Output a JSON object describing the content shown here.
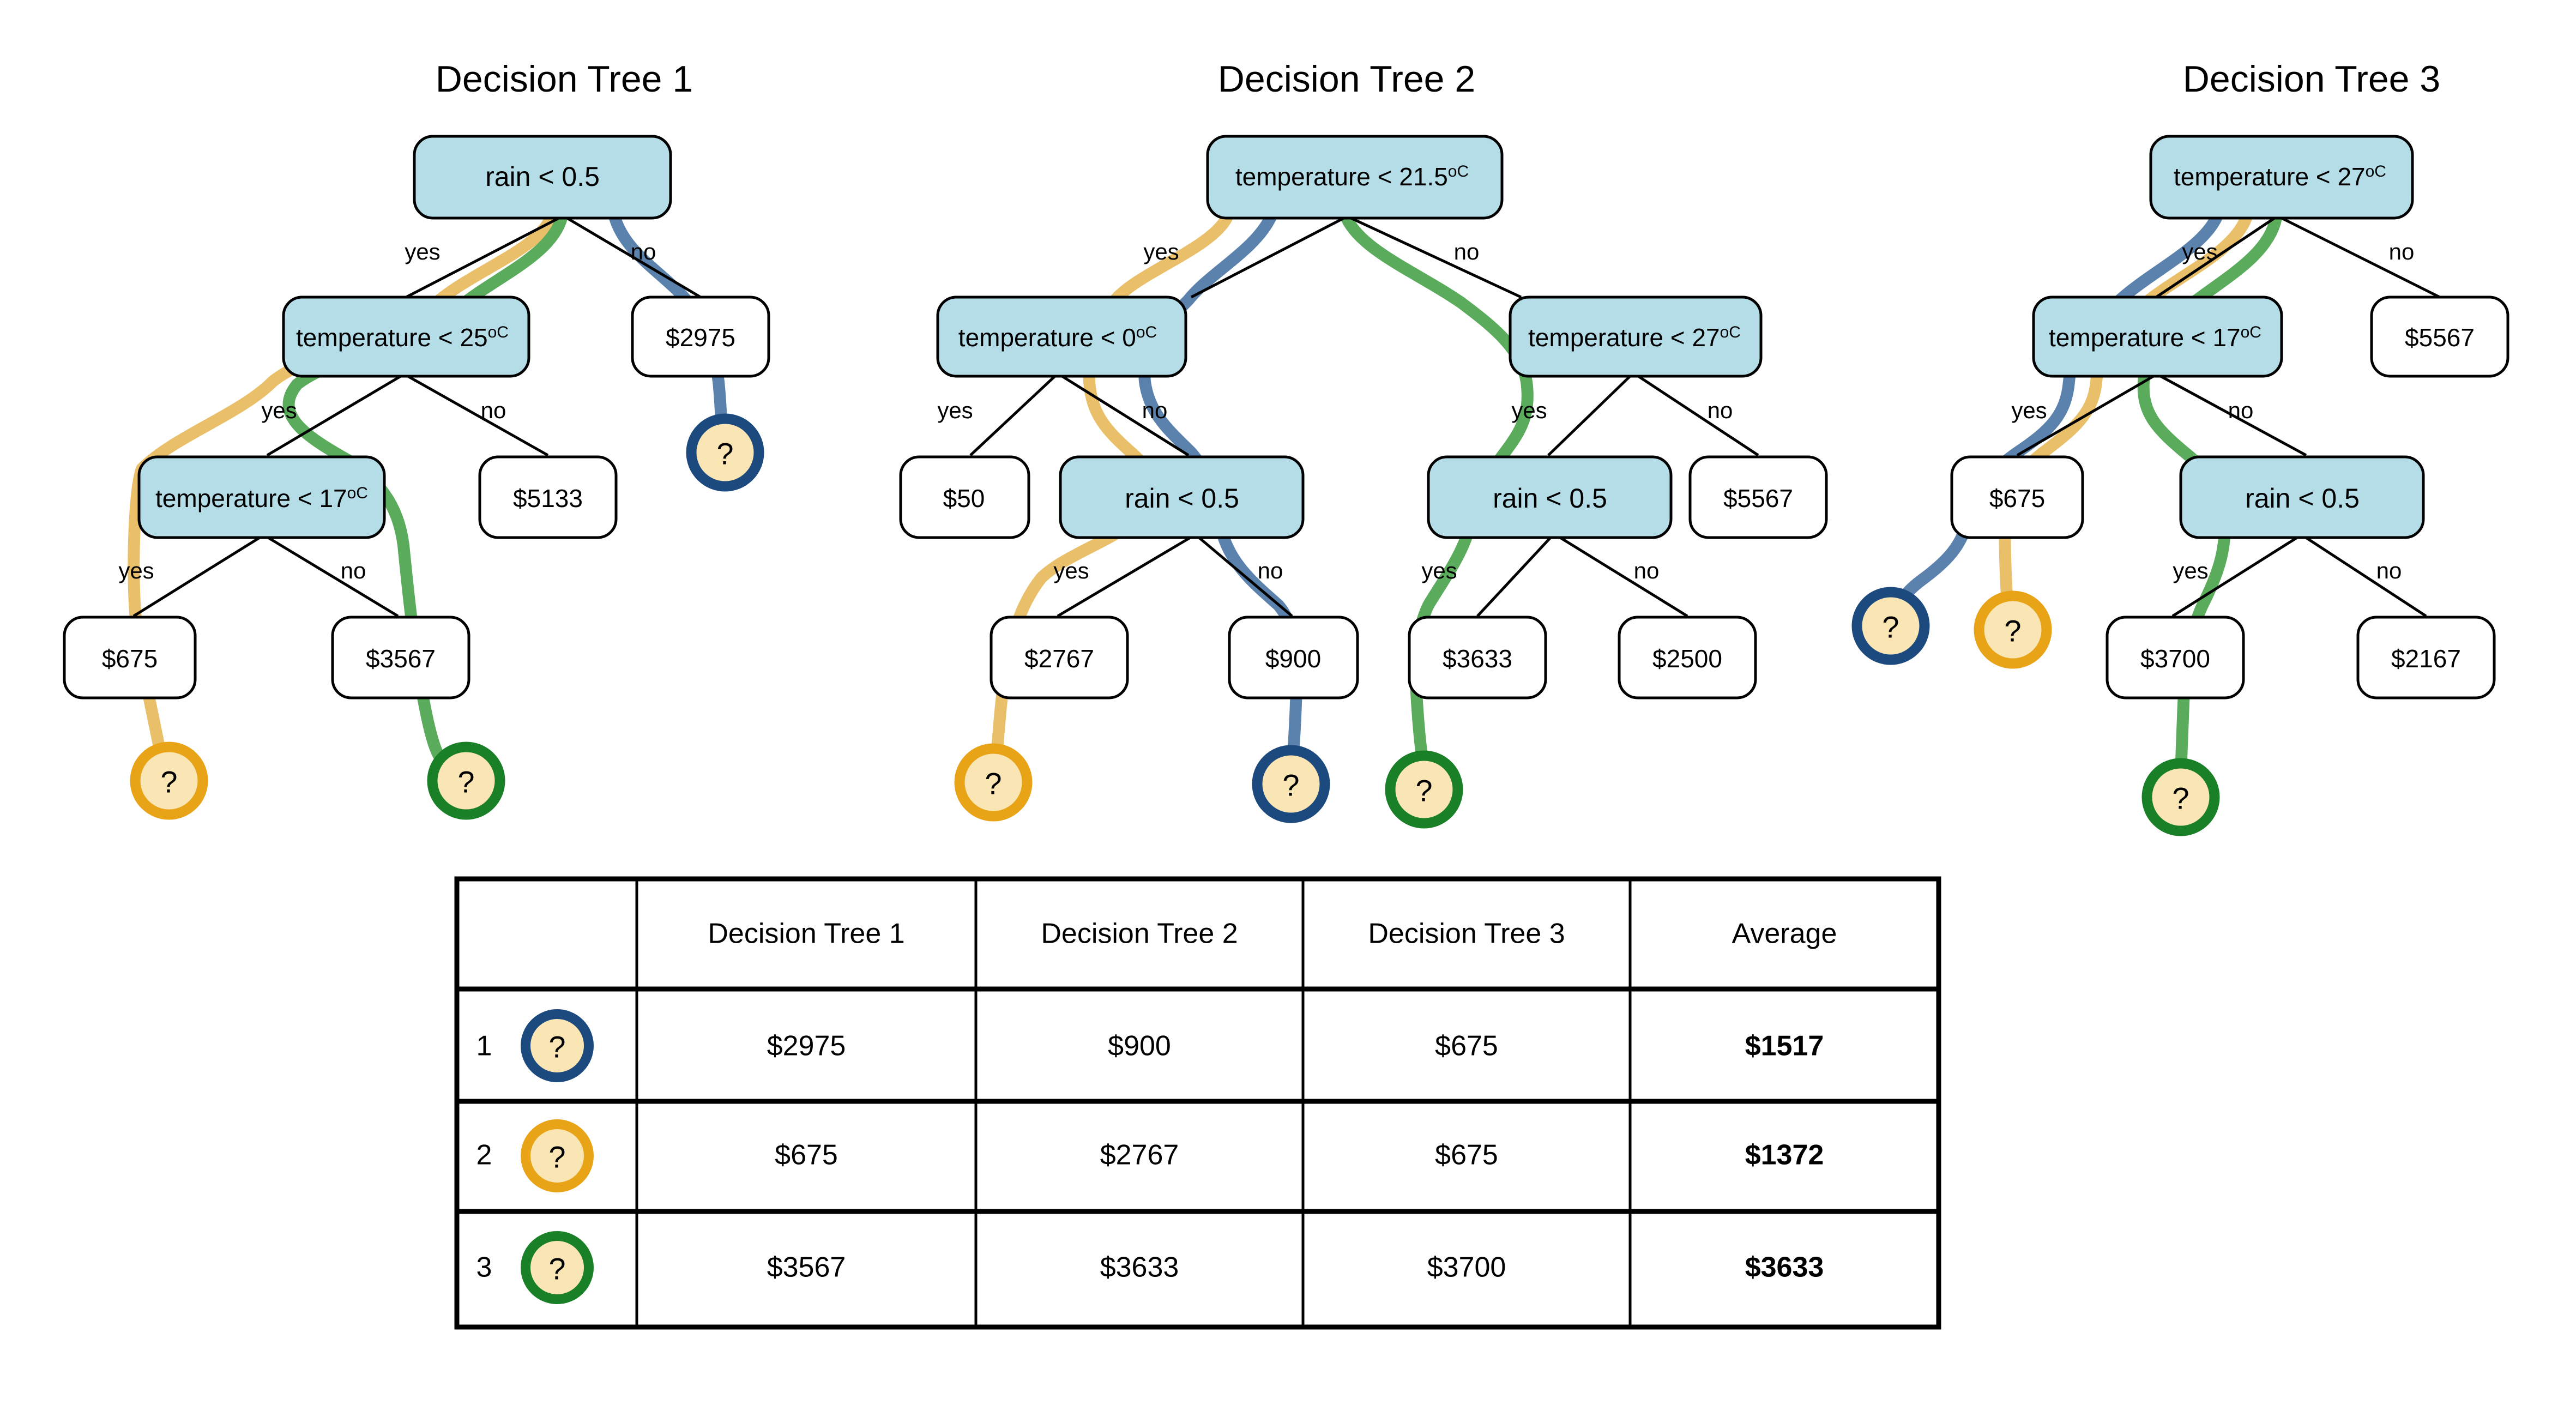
{
  "colors": {
    "decision_fill": "#b5dde8",
    "leaf_fill": "#ffffff",
    "marker_fill": "#fae5b4",
    "ring_blue": "#1c4a7e",
    "ring_orange": "#e8a317",
    "ring_green": "#1a8028",
    "path_blue": "#5b82ad",
    "path_orange": "#e9c069",
    "path_green": "#5aab5c",
    "stroke": "#000000",
    "background": "#ffffff"
  },
  "marker_label": "?",
  "edge_labels": {
    "yes": "yes",
    "no": "no"
  },
  "trees": [
    {
      "title": "Decision Tree 1",
      "nodes": [
        {
          "id": "t1r",
          "label": "rain < 0.5",
          "type": "decision"
        },
        {
          "id": "t1a",
          "label": "temperature < 25",
          "unit": "oC",
          "type": "decision"
        },
        {
          "id": "t1b",
          "label": "$2975",
          "type": "leaf"
        },
        {
          "id": "t1c",
          "label": "temperature < 17",
          "unit": "oC",
          "type": "decision"
        },
        {
          "id": "t1d",
          "label": "$5133",
          "type": "leaf"
        },
        {
          "id": "t1e",
          "label": "$675",
          "type": "leaf"
        },
        {
          "id": "t1f",
          "label": "$3567",
          "type": "leaf"
        }
      ],
      "markers": [
        {
          "ring": "blue",
          "under": "$2975"
        },
        {
          "ring": "orange",
          "under": "$675"
        },
        {
          "ring": "green",
          "under": "$3567"
        }
      ]
    },
    {
      "title": "Decision Tree 2",
      "nodes": [
        {
          "id": "t2r",
          "label": "temperature < 21.5",
          "unit": "oC",
          "type": "decision"
        },
        {
          "id": "t2a",
          "label": "temperature < 0",
          "unit": "oC",
          "type": "decision"
        },
        {
          "id": "t2b",
          "label": "temperature < 27",
          "unit": "oC",
          "type": "decision"
        },
        {
          "id": "t2c",
          "label": "$50",
          "type": "leaf"
        },
        {
          "id": "t2d",
          "label": "rain < 0.5",
          "type": "decision"
        },
        {
          "id": "t2e",
          "label": "rain < 0.5",
          "type": "decision"
        },
        {
          "id": "t2f",
          "label": "$5567",
          "type": "leaf"
        },
        {
          "id": "t2g",
          "label": "$2767",
          "type": "leaf"
        },
        {
          "id": "t2h",
          "label": "$900",
          "type": "leaf"
        },
        {
          "id": "t2i",
          "label": "$3633",
          "type": "leaf"
        },
        {
          "id": "t2j",
          "label": "$2500",
          "type": "leaf"
        }
      ],
      "markers": [
        {
          "ring": "orange",
          "under": "$2767"
        },
        {
          "ring": "blue",
          "under": "$900"
        },
        {
          "ring": "green",
          "under": "$3633"
        }
      ]
    },
    {
      "title": "Decision Tree 3",
      "nodes": [
        {
          "id": "t3r",
          "label": "temperature < 27",
          "unit": "oC",
          "type": "decision"
        },
        {
          "id": "t3a",
          "label": "temperature < 17",
          "unit": "oC",
          "type": "decision"
        },
        {
          "id": "t3b",
          "label": "$5567",
          "type": "leaf"
        },
        {
          "id": "t3c",
          "label": "$675",
          "type": "leaf"
        },
        {
          "id": "t3d",
          "label": "rain < 0.5",
          "type": "decision"
        },
        {
          "id": "t3e",
          "label": "$3700",
          "type": "leaf"
        },
        {
          "id": "t3f",
          "label": "$2167",
          "type": "leaf"
        }
      ],
      "markers": [
        {
          "ring": "blue",
          "under": "$675"
        },
        {
          "ring": "orange",
          "under": "$675"
        },
        {
          "ring": "green",
          "under": "$3700"
        }
      ]
    }
  ],
  "table": {
    "columns": [
      "Decision Tree 1",
      "Decision Tree 2",
      "Decision Tree 3",
      "Average"
    ],
    "rows": [
      {
        "index": "1",
        "ring": "blue",
        "marker": "?",
        "values": [
          "$2975",
          "$900",
          "$675"
        ],
        "average": "$1517"
      },
      {
        "index": "2",
        "ring": "orange",
        "marker": "?",
        "values": [
          "$675",
          "$2767",
          "$675"
        ],
        "average": "$1372"
      },
      {
        "index": "3",
        "ring": "green",
        "marker": "?",
        "values": [
          "$3567",
          "$3633",
          "$3700"
        ],
        "average": "$3633"
      }
    ]
  },
  "chart_data": {
    "type": "table",
    "title": "Random forest decision-tree ensemble predictions",
    "categories": [
      "Decision Tree 1",
      "Decision Tree 2",
      "Decision Tree 3",
      "Average"
    ],
    "series": [
      {
        "name": "1 (blue)",
        "values": [
          2975,
          900,
          675,
          1517
        ]
      },
      {
        "name": "2 (orange)",
        "values": [
          675,
          2767,
          675,
          1372
        ]
      },
      {
        "name": "3 (green)",
        "values": [
          3567,
          3633,
          3700,
          3633
        ]
      }
    ]
  }
}
